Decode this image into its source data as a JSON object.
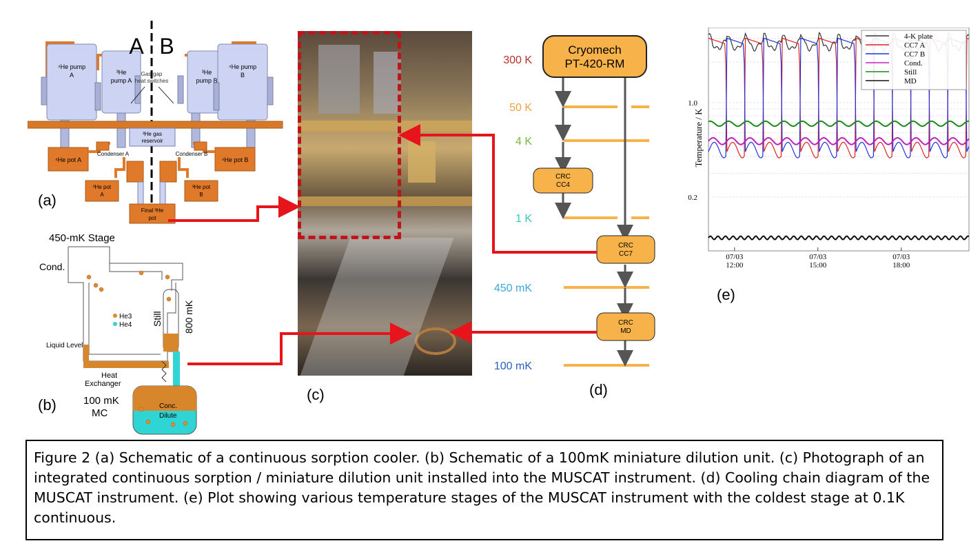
{
  "figure": {
    "caption": "Figure 2 (a) Schematic of a continuous sorption cooler. (b) Schematic of a 100mK miniature dilution unit. (c) Photograph of an integrated continuous sorption / miniature dilution unit installed into the MUSCAT instrument. (d) Cooling chain diagram of the MUSCAT instrument. (e) Plot showing various temperature stages of the MUSCAT instrument with the coldest stage at 0.1K continuous."
  },
  "panel_a": {
    "label": "(a)",
    "side_a": "A",
    "side_b": "B",
    "he4_pump_a": [
      "⁴He pump",
      "A"
    ],
    "he3_pump_a": [
      "³He",
      "pump A"
    ],
    "he3_pump_b": [
      "³He",
      "pump B"
    ],
    "he4_pump_b": [
      "⁴He pump",
      "B"
    ],
    "heat_switches": [
      "Gas-gap",
      "heat switches"
    ],
    "reservoir": [
      "³He gas",
      "reservoir"
    ],
    "condenser_a": "Condenser A",
    "condenser_b": "Condenser B",
    "he4_pot_a": "⁴He pot A",
    "he4_pot_b": "⁴He pot B",
    "he3_pot_a": [
      "³He pot",
      "A"
    ],
    "he3_pot_b": [
      "³He pot",
      "B"
    ],
    "final_pot": [
      "Final ³He",
      "pot"
    ]
  },
  "panel_b": {
    "label": "(b)",
    "stage_title": "450-mK Stage",
    "cond": "Cond.",
    "legend_he3": "He3",
    "legend_he4": "He4",
    "still": "Still",
    "still_temp": "800 mK",
    "liquid_level": "Liquid Level",
    "heat_exchanger": [
      "Heat",
      "Exchanger"
    ],
    "mc_temp": "100 mK",
    "mc": "MC",
    "conc": "Conc.",
    "dilute": "Dilute",
    "colors": {
      "he3": "#e08a2e",
      "he4": "#2fd4d4"
    }
  },
  "panel_c": {
    "label": "(c)"
  },
  "panel_d": {
    "label": "(d)",
    "cryocooler": [
      "Cryomech",
      "PT-420-RM"
    ],
    "stages": [
      {
        "temp": "300 K",
        "color": "#b5322c"
      },
      {
        "temp": "50 K",
        "color": "#f0a040"
      },
      {
        "temp": "4 K",
        "color": "#79b83a"
      },
      {
        "temp": "1 K",
        "color": "#33c8c0"
      },
      {
        "temp": "450 mK",
        "color": "#3aa8d8"
      },
      {
        "temp": "100 mK",
        "color": "#2a5fc0"
      }
    ],
    "crc_cc4": [
      "CRC",
      "CC4"
    ],
    "crc_cc7": [
      "CRC",
      "CC7"
    ],
    "crc_md": [
      "CRC",
      "MD"
    ],
    "colors": {
      "box": "#f7b24a",
      "line": "#f7b24a",
      "arrow": "#555555"
    }
  },
  "panel_e": {
    "label": "(e)",
    "ylabel": "Temperature / K",
    "legend_top": "4-K plate"
  },
  "chart_data": {
    "type": "line",
    "ylabel": "Temperature / K",
    "yscale": "log",
    "yticks": [
      "1.0",
      "0.2"
    ],
    "xticks": [
      [
        "07/03",
        "12:00"
      ],
      [
        "07/03",
        "15:00"
      ],
      [
        "07/03",
        "18:00"
      ]
    ],
    "legend": [
      "4-K plate",
      "CC7 A",
      "CC7 B",
      "Cond.",
      "Still",
      "MD"
    ],
    "legend_position": "top-right",
    "grid": true,
    "series": [
      {
        "name": "4-K plate",
        "color": "#333333",
        "approx_range": [
          2.3,
          3.3
        ]
      },
      {
        "name": "CC7 A",
        "color": "#e02020",
        "approx_range": [
          0.42,
          3.0
        ]
      },
      {
        "name": "CC7 B",
        "color": "#2030e0",
        "approx_range": [
          0.42,
          3.0
        ]
      },
      {
        "name": "Cond.",
        "color": "#c020c0",
        "approx_value": 0.5
      },
      {
        "name": "Still",
        "color": "#1a8a1a",
        "approx_value": 0.7
      },
      {
        "name": "MD",
        "color": "#111111",
        "approx_value": 0.1
      }
    ]
  }
}
